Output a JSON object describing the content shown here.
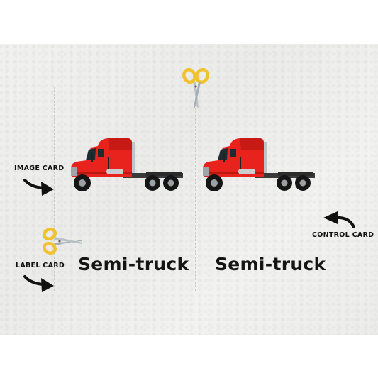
{
  "annotations": {
    "image_card": "IMAGE CARD",
    "label_card": "LABEL CARD",
    "control_card": "CONTROL CARD"
  },
  "cards": {
    "left_label": "Semi-truck",
    "right_label": "Semi-truck"
  },
  "colors": {
    "truck_red": "#e8231e",
    "scissor_yellow": "#f2c12e",
    "arrow": "#111111"
  },
  "icons": [
    "scissors-icon",
    "arrow-icon",
    "semi-truck-image"
  ]
}
